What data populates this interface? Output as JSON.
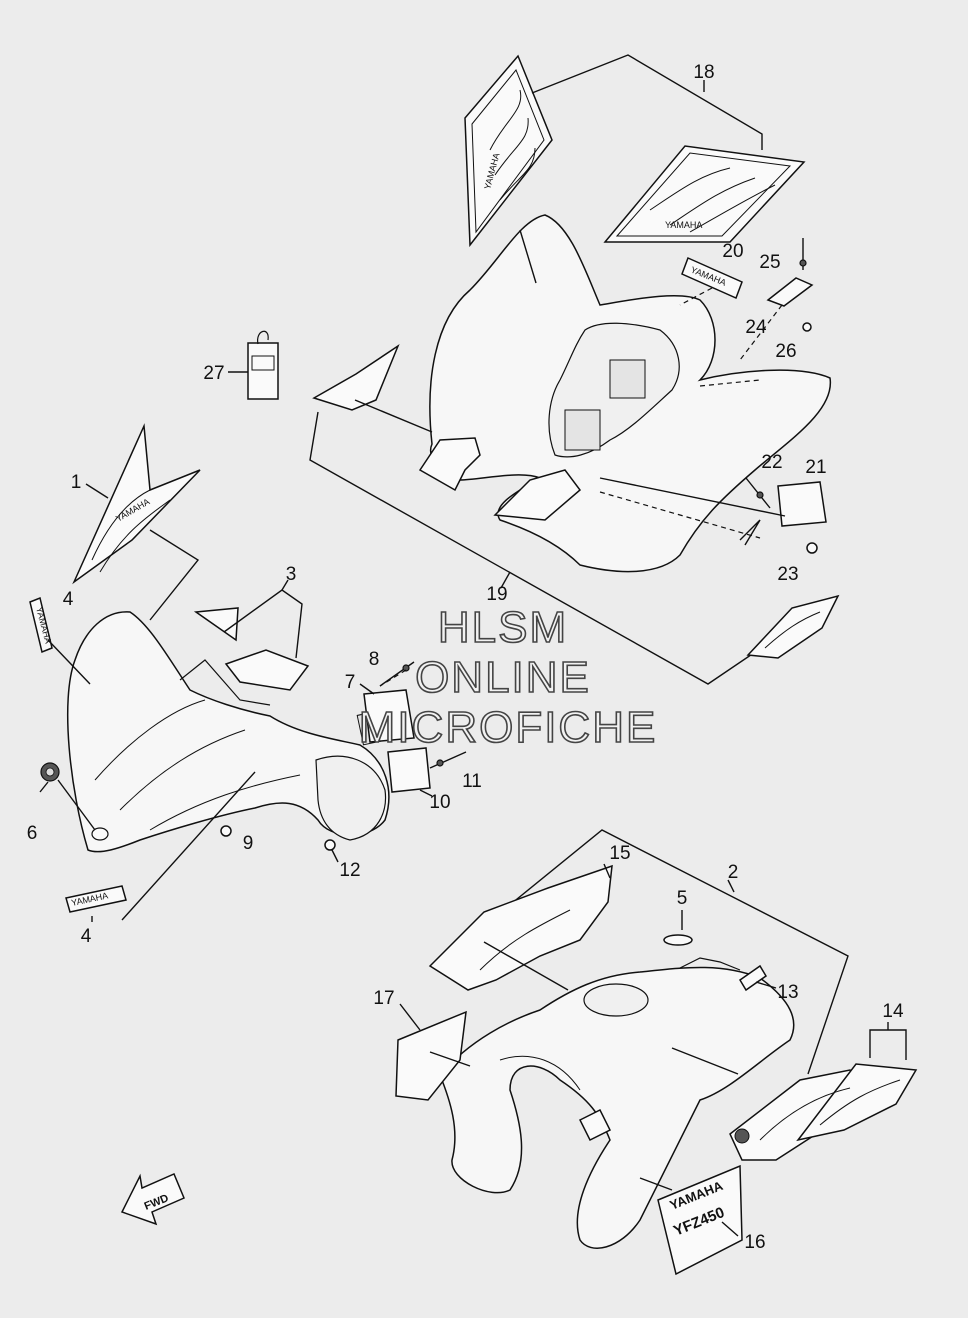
{
  "watermark": {
    "line1": "HLSM",
    "line2": "ONLINE",
    "line3": "MICROFICHE"
  },
  "callouts": {
    "c1": "1",
    "c2": "2",
    "c3": "3",
    "c4a": "4",
    "c4b": "4",
    "c5": "5",
    "c6": "6",
    "c7": "7",
    "c8": "8",
    "c9": "9",
    "c10": "10",
    "c11": "11",
    "c12": "12",
    "c13": "13",
    "c14": "14",
    "c15": "15",
    "c16": "16",
    "c17": "17",
    "c18": "18",
    "c19": "19",
    "c20": "20",
    "c21": "21",
    "c22": "22",
    "c23": "23",
    "c24": "24",
    "c25": "25",
    "c26": "26",
    "c27": "27"
  },
  "decal_text": {
    "yamaha": "YAMAHA",
    "model": "YFZ450",
    "fwd": "FWD"
  },
  "colors": {
    "line": "#111111",
    "background": "#ececec",
    "part_fill": "#f7f7f7"
  }
}
